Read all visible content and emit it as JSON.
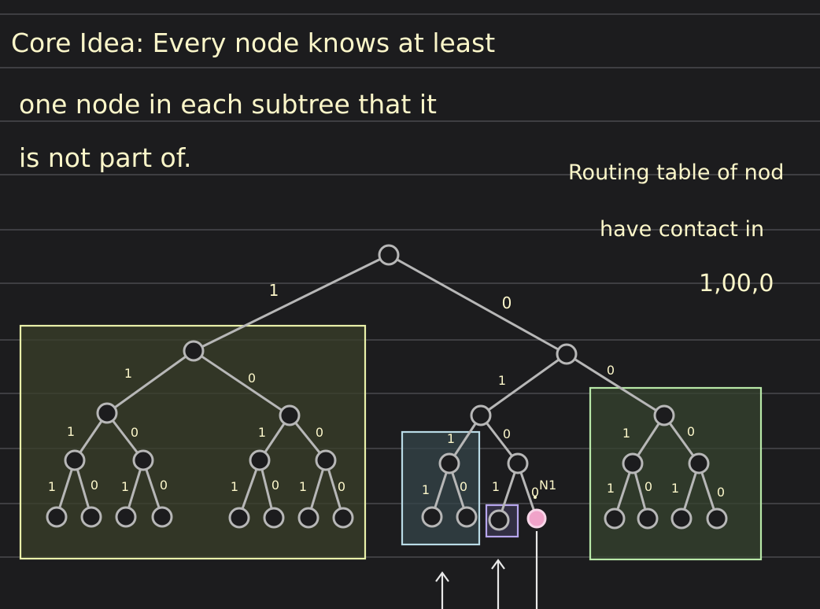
{
  "heading": {
    "lines": [
      "Core Idea: Every node knows at least",
      "one node in each subtree that it",
      "is not part of."
    ]
  },
  "side_note": {
    "lines": [
      "Routing table of nod",
      "have contact in",
      "1,00,0"
    ]
  },
  "tree": {
    "root_edges": {
      "left": "1",
      "right": "0"
    },
    "left_subtree": {
      "edges": {
        "left": "1",
        "right": "0"
      },
      "left": {
        "edges": {
          "left": "1",
          "right": "0"
        },
        "left": {
          "edges": {
            "left": "1",
            "right": "0"
          }
        },
        "right": {
          "edges": {
            "left": "1",
            "right": "0"
          }
        }
      },
      "right": {
        "edges": {
          "left": "1",
          "right": "0"
        },
        "left": {
          "edges": {
            "left": "1",
            "right": "0"
          }
        },
        "right": {
          "edges": {
            "left": "1",
            "right": "0"
          }
        }
      }
    },
    "right_subtree": {
      "edges": {
        "left": "1",
        "right": "0"
      },
      "left": {
        "edges": {
          "left": "1",
          "right": "0"
        },
        "left": {
          "edges": {
            "left": "1",
            "right": "0"
          }
        },
        "right": {
          "edges": {
            "left": "1",
            "right": "0"
          }
        }
      },
      "right": {
        "edges": {
          "left": "1",
          "right": "0"
        },
        "left": {
          "edges": {
            "left": "1",
            "right": "0"
          }
        },
        "right": {
          "edges": {
            "left": "1",
            "right": "0"
          }
        }
      }
    },
    "highlighted_node_label": "N1"
  },
  "colors": {
    "background": "#1c1c1e",
    "ruled_line": "#4a4a4e",
    "chalk": "#fbf6c9",
    "tree": "#b7b7b7",
    "box_yellow": "#e9f0a9",
    "box_yellow_fill": "#3a3f2a",
    "box_blue": "#b9dbe6",
    "box_blue_fill": "#34444a",
    "box_purple": "#b7a6ee",
    "box_purple_fill": "#3a3650",
    "box_green": "#b8e8a8",
    "box_green_fill": "#36432f",
    "node_pink": "#f0a3c9"
  }
}
